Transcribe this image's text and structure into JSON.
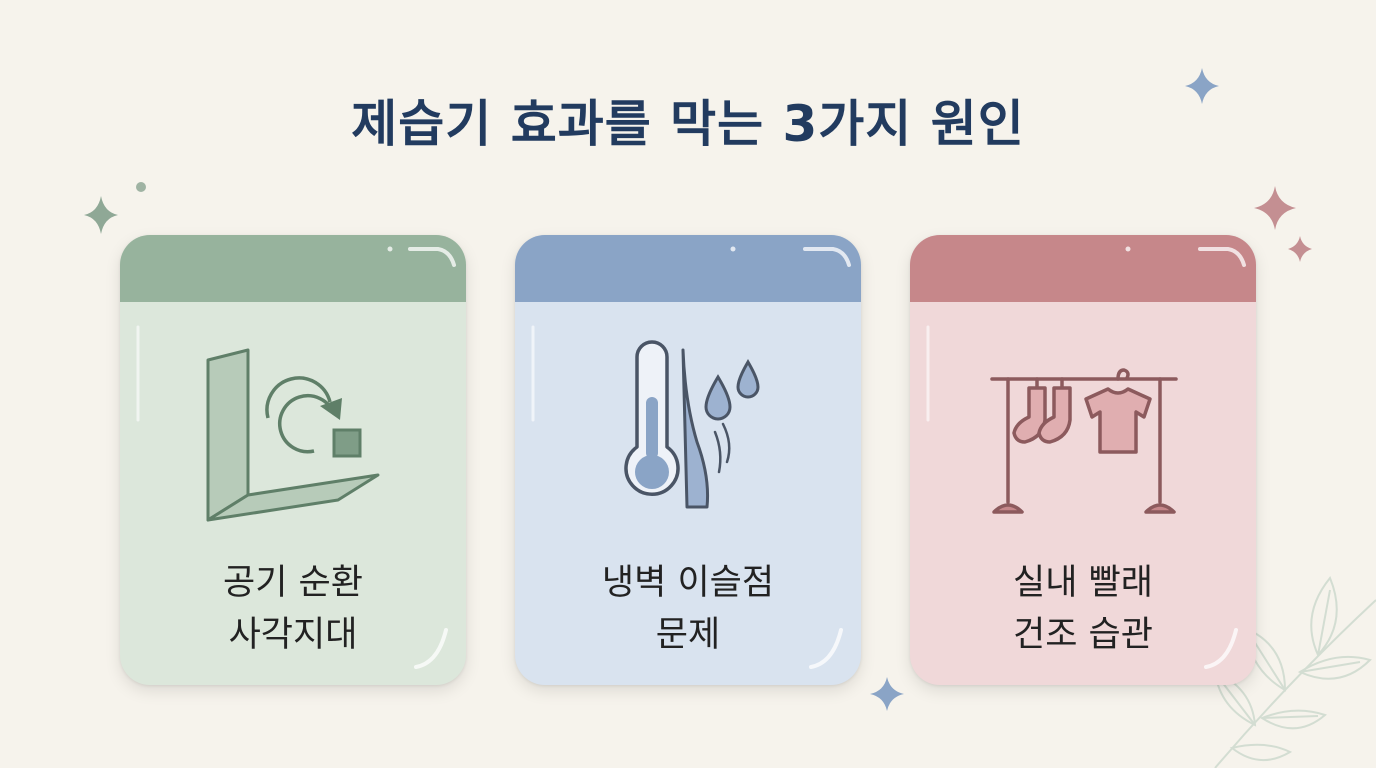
{
  "title": "제습기 효과를 막는 3가지 원인",
  "colors": {
    "background": "#f6f3ec",
    "title": "#223b5f",
    "green_header": "#97b39d",
    "green_body": "#dce7db",
    "blue_header": "#8aa4c6",
    "blue_body": "#d9e3ef",
    "red_header": "#c6878a",
    "red_body": "#f0d8d9"
  },
  "cards": [
    {
      "icon": "wall-corner-circulation-icon",
      "line1": "공기 순환",
      "line2": "사각지대"
    },
    {
      "icon": "thermometer-condensation-icon",
      "line1": "냉벽 이슬점",
      "line2": "문제"
    },
    {
      "icon": "indoor-laundry-rack-icon",
      "line1": "실내 빨래",
      "line2": "건조 습관"
    }
  ]
}
